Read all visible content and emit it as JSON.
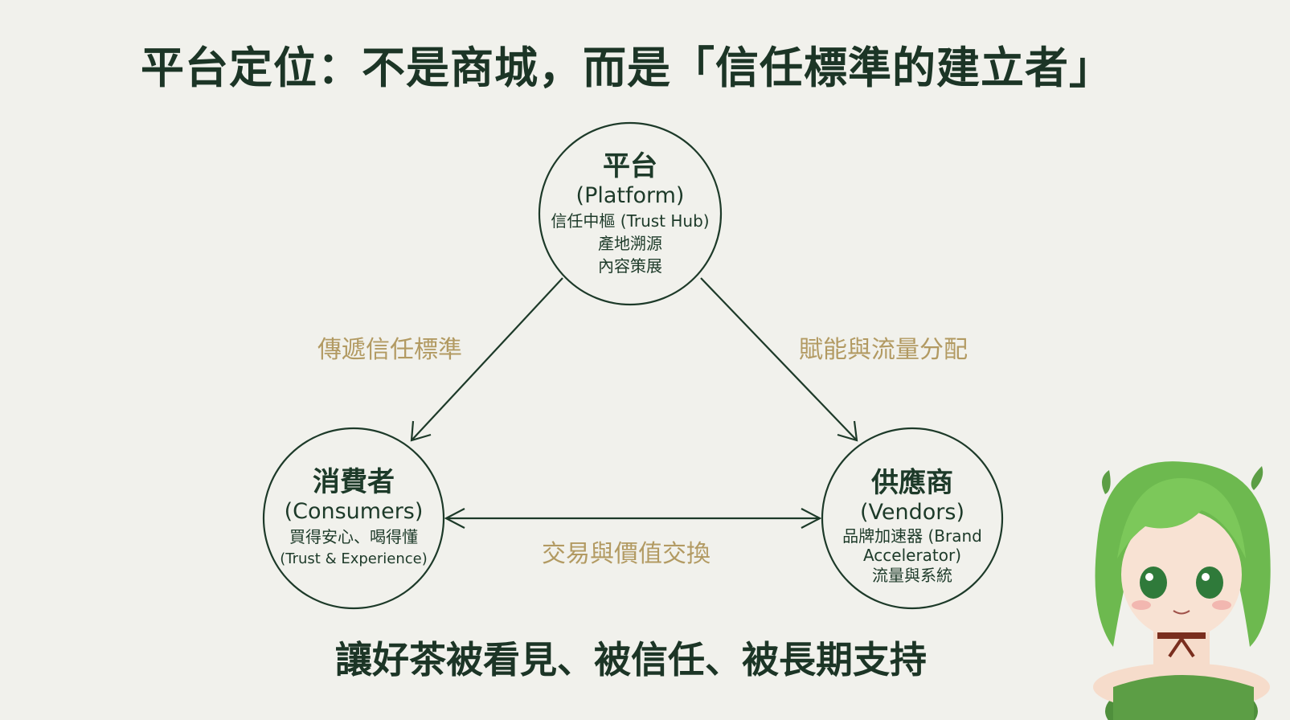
{
  "title": "平台定位：不是商城，而是「信任標準的建立者」",
  "nodes": {
    "platform": {
      "zh": "平台",
      "en": "(Platform)",
      "details": [
        "信任中樞 (Trust Hub)",
        "產地溯源",
        "內容策展"
      ]
    },
    "consumers": {
      "zh": "消費者",
      "en": "(Consumers)",
      "details": [
        "買得安心、喝得懂",
        "(Trust & Experience)"
      ]
    },
    "vendors": {
      "zh": "供應商",
      "en": "(Vendors)",
      "details": [
        "品牌加速器 (Brand",
        "Accelerator)",
        "流量與系統"
      ]
    }
  },
  "edges": {
    "platform_to_consumers": "傳遞信任標準",
    "platform_to_vendors": "賦能與流量分配",
    "consumers_vendors": "交易與價值交換"
  },
  "footer": "讓好茶被看見、被信任、被長期支持",
  "colors": {
    "background": "#f1f1ec",
    "primary": "#1d3a29",
    "label": "#b29a62"
  }
}
